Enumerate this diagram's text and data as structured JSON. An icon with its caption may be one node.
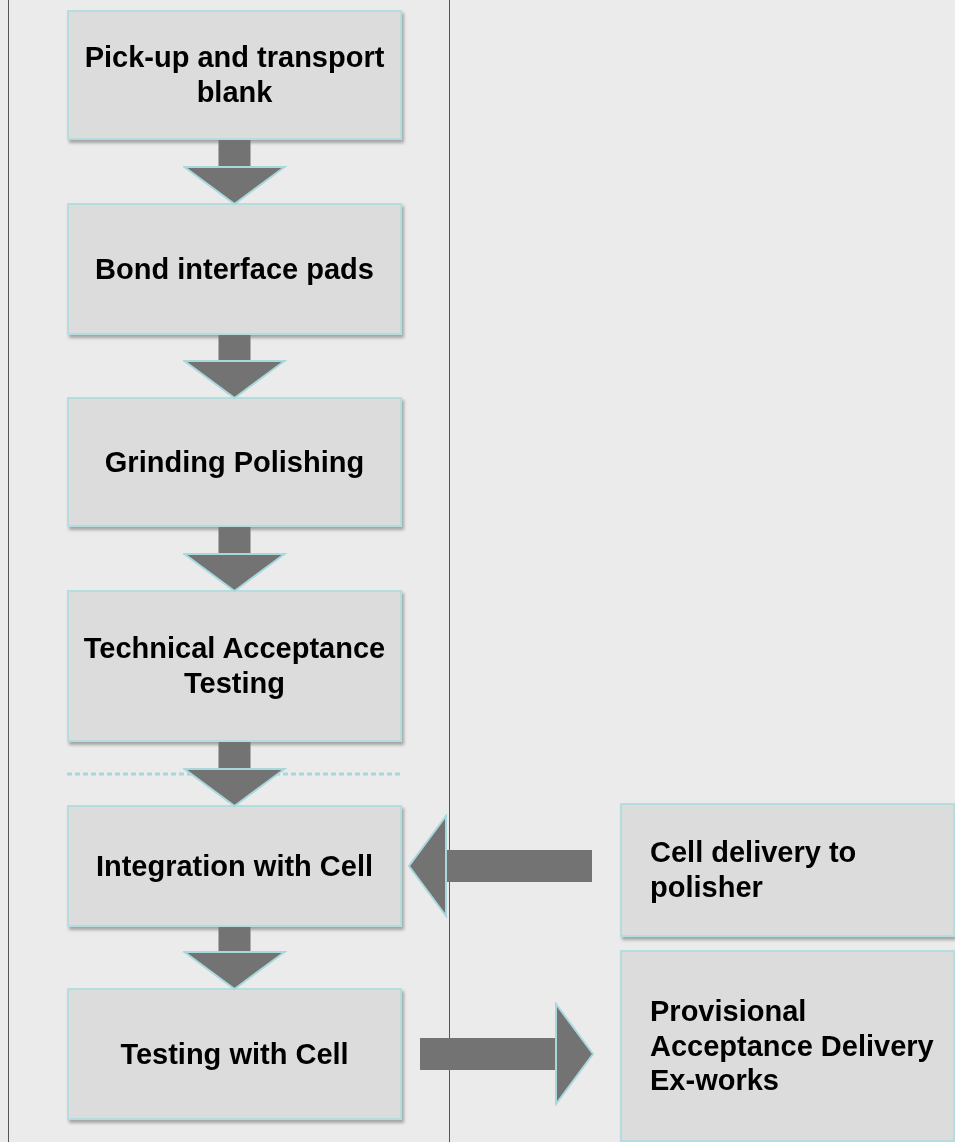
{
  "diagram": {
    "nodes": [
      {
        "text": [
          "Pick-up and transport blank"
        ]
      },
      {
        "text": [
          "Bond interface pads"
        ]
      },
      {
        "text": [
          "Grinding Polishing"
        ]
      },
      {
        "text": [
          "Technical Acceptance Testing"
        ]
      },
      {
        "text": [
          "Integration with Cell"
        ]
      },
      {
        "text": [
          "Testing with Cell"
        ]
      },
      {
        "text": [
          "Cell delivery to polisher"
        ]
      },
      {
        "text": [
          "Provisional Acceptance Delivery Ex-works"
        ]
      }
    ],
    "edges": [
      {
        "from": 0,
        "to": 1,
        "arrow": "to"
      },
      {
        "from": 1,
        "to": 2,
        "arrow": "to"
      },
      {
        "from": 2,
        "to": 3,
        "arrow": "to"
      },
      {
        "from": 3,
        "to": 4,
        "arrow": "to"
      },
      {
        "from": 4,
        "to": 5,
        "arrow": "to"
      },
      {
        "from": 6,
        "to": 4,
        "arrow": "to"
      },
      {
        "from": 5,
        "to": 7,
        "arrow": "to"
      }
    ]
  }
}
